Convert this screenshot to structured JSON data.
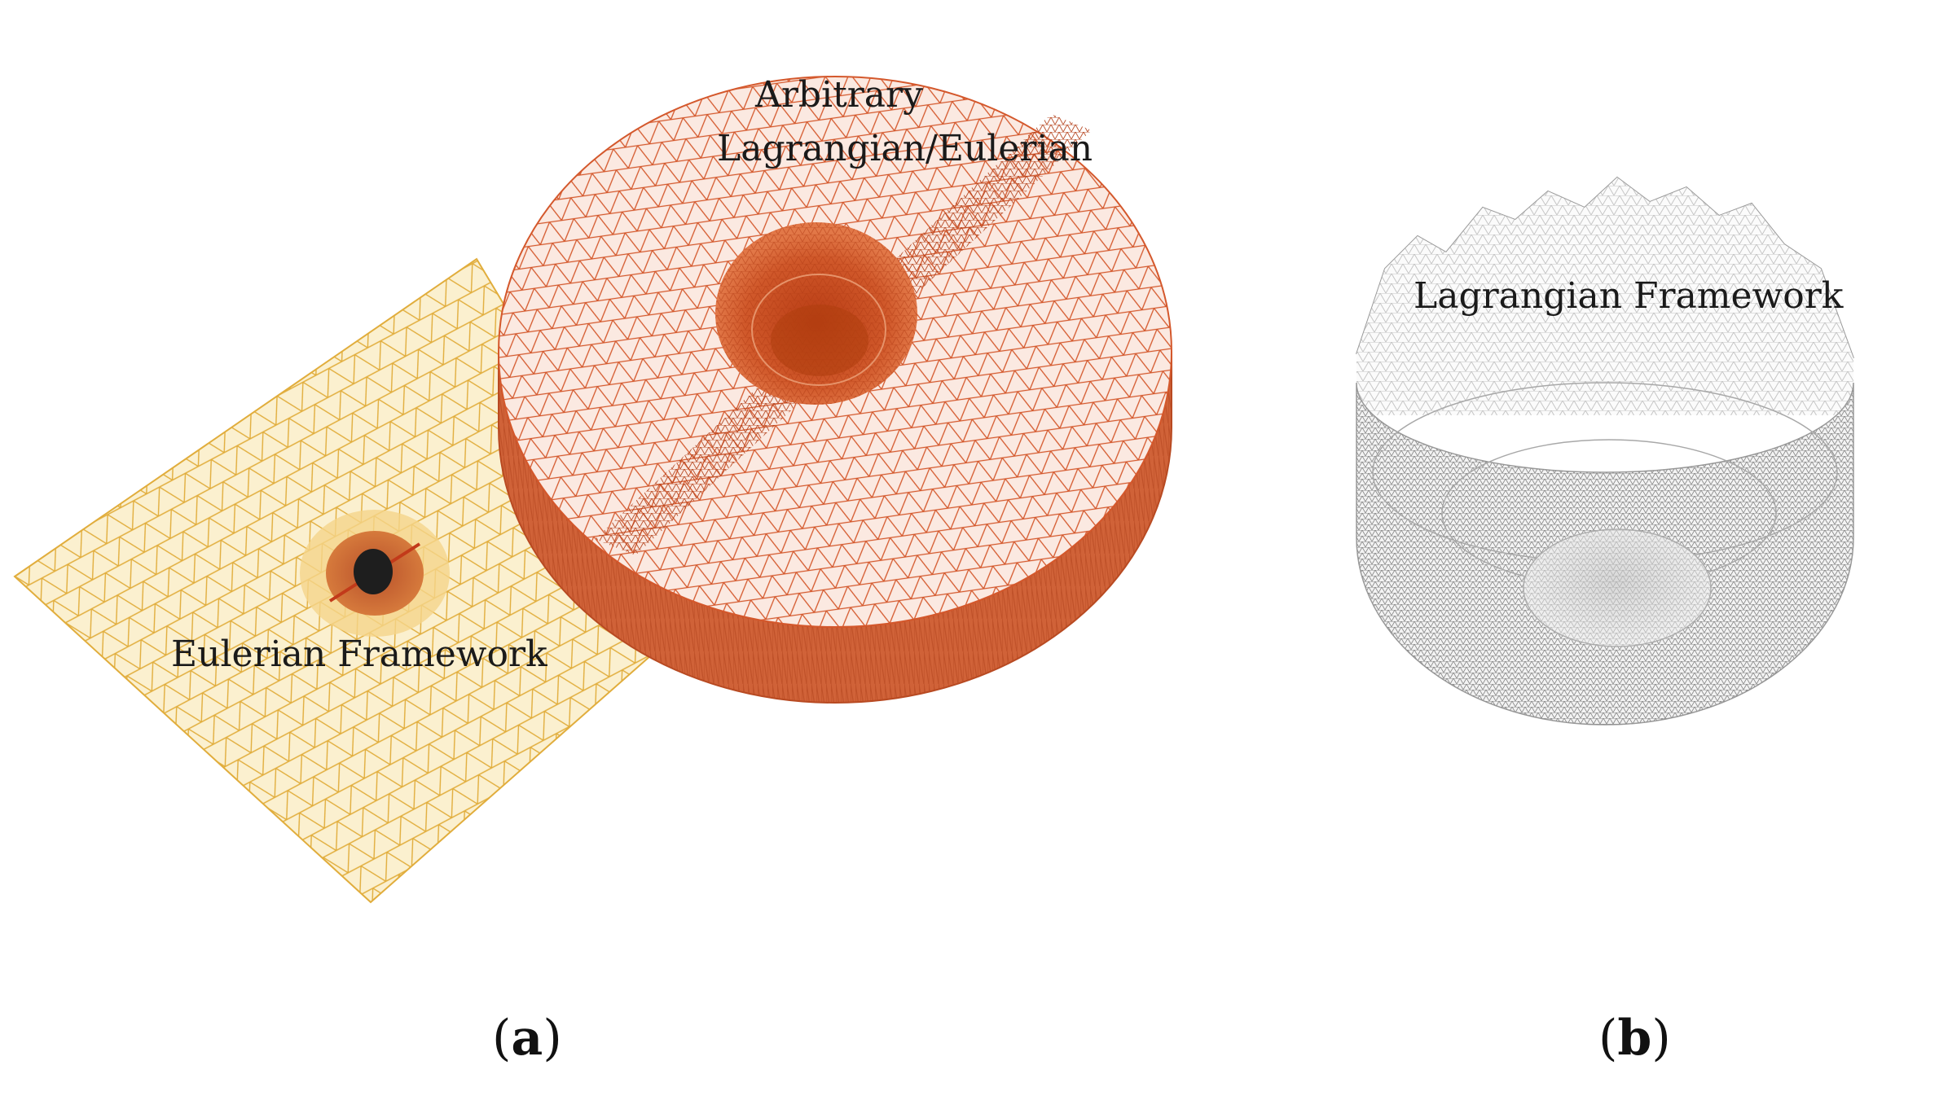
{
  "labels": {
    "ale_line1": "Arbitrary",
    "ale_line2": "Lagrangian/Eulerian",
    "eulerian": "Eulerian Framework",
    "lagrangian": "Lagrangian Framework"
  },
  "captions": {
    "a_open": "(",
    "a_letter": "a",
    "a_close": ")",
    "b_open": "(",
    "b_letter": "b",
    "b_close": ")"
  },
  "colors": {
    "eulerian_mesh": "#e6b84a",
    "eulerian_fill": "#fbefc9",
    "ale_mesh": "#d4582c",
    "ale_core": "#c2461c",
    "ale_side": "#c8542a",
    "lagrangian_mesh": "#9a9a9a",
    "projectile": "#1e1e1e"
  }
}
